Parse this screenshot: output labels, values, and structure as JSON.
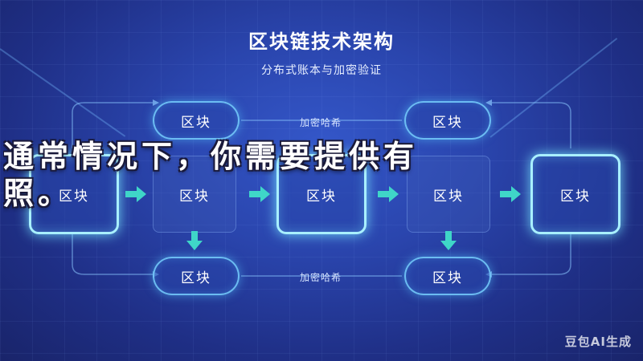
{
  "header": {
    "title": "区块链技术架构",
    "subtitle": "分布式账本与加密验证"
  },
  "blocks": {
    "top_left": "区块",
    "top_right": "区块",
    "mid_1": "区块",
    "mid_2": "区块",
    "mid_3": "区块",
    "mid_4": "区块",
    "mid_5": "区块",
    "bot_left": "区块",
    "bot_right": "区块"
  },
  "labels": {
    "encrypt_top": "加密哈希",
    "encrypt_bottom": "加密哈希"
  },
  "overlay": {
    "line1": "通常情况下，你需要提供有",
    "line2": "照。"
  },
  "watermark": "豆包AI生成",
  "colors": {
    "background": "#2a45ad",
    "block_border": "#78d2ff",
    "arrow": "#3fd6c8"
  }
}
